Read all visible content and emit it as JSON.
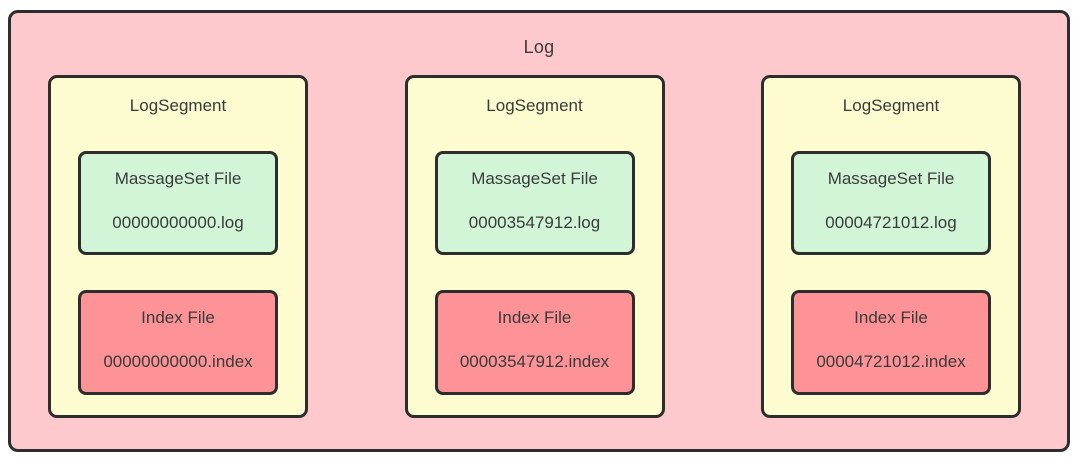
{
  "diagram": {
    "title": "Log",
    "colors": {
      "log_background": "#fdc9cd",
      "segment_background": "#fdfcd1",
      "messageset_background": "#d2f5d8",
      "index_background": "#fd9396",
      "border": "#2d2d2d",
      "text": "#3a3a3a"
    },
    "segments": [
      {
        "label": "LogSegment",
        "message_file": {
          "title": "MassageSet File",
          "filename": "00000000000.log"
        },
        "index_file": {
          "title": "Index File",
          "filename": "00000000000.index"
        }
      },
      {
        "label": "LogSegment",
        "message_file": {
          "title": "MassageSet File",
          "filename": "00003547912.log"
        },
        "index_file": {
          "title": "Index File",
          "filename": "00003547912.index"
        }
      },
      {
        "label": "LogSegment",
        "message_file": {
          "title": "MassageSet File",
          "filename": "00004721012.log"
        },
        "index_file": {
          "title": "Index File",
          "filename": "00004721012.index"
        }
      }
    ]
  }
}
